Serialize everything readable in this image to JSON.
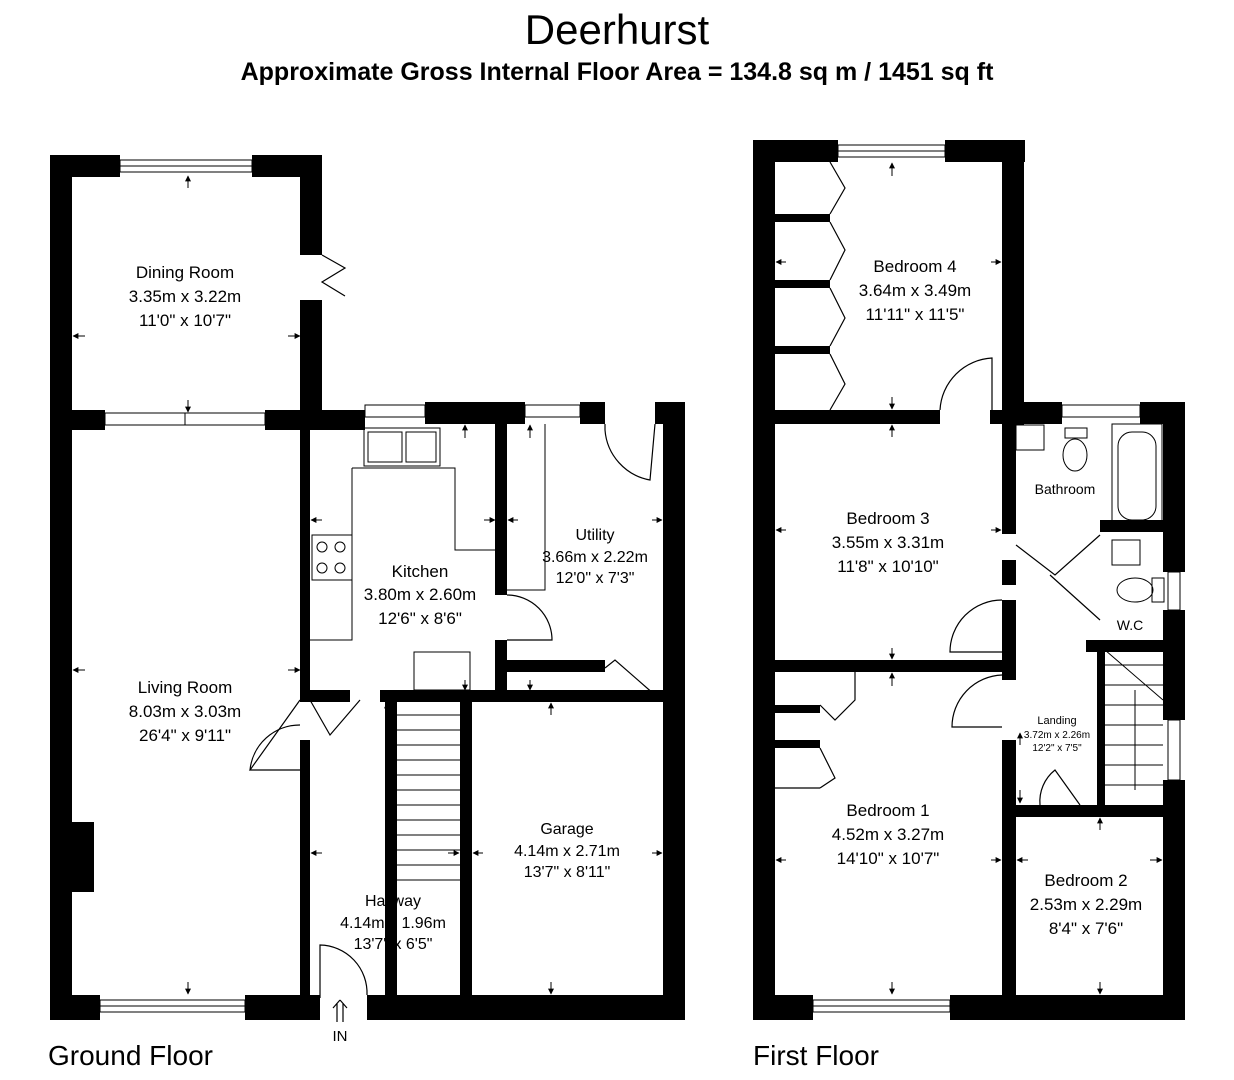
{
  "property": {
    "name": "Deerhurst",
    "area_line": "Approximate Gross Internal Floor Area  = 134.8 sq m  / 1451 sq ft"
  },
  "floors": {
    "ground": {
      "label": "Ground Floor",
      "entrance": "IN",
      "rooms": {
        "dining": {
          "name": "Dining Room",
          "metric": "3.35m x 3.22m",
          "imperial": "11'0\" x 10'7\""
        },
        "living": {
          "name": "Living Room",
          "metric": "8.03m x 3.03m",
          "imperial": "26'4\" x 9'11\""
        },
        "kitchen": {
          "name": "Kitchen",
          "metric": "3.80m x 2.60m",
          "imperial": "12'6\" x 8'6\""
        },
        "utility": {
          "name": "Utility",
          "metric": "3.66m x 2.22m",
          "imperial": "12'0\" x 7'3\""
        },
        "garage": {
          "name": "Garage",
          "metric": "4.14m x 2.71m",
          "imperial": "13'7\" x 8'11\""
        },
        "hallway": {
          "name": "Hallway",
          "metric": "4.14m x 1.96m",
          "imperial": "13'7\" x 6'5\""
        }
      }
    },
    "first": {
      "label": "First Floor",
      "rooms": {
        "bedroom4": {
          "name": "Bedroom 4",
          "metric": "3.64m x 3.49m",
          "imperial": "11'11\" x 11'5\""
        },
        "bedroom3": {
          "name": "Bedroom 3",
          "metric": "3.55m x 3.31m",
          "imperial": "11'8\" x 10'10\""
        },
        "bathroom": {
          "name": "Bathroom"
        },
        "wc": {
          "name": "W.C"
        },
        "landing": {
          "name": "Landing",
          "metric": "3.72m x 2.26m",
          "imperial": "12'2\" x 7'5\""
        },
        "bedroom1": {
          "name": "Bedroom 1",
          "metric": "4.52m x 3.27m",
          "imperial": "14'10\" x 10'7\""
        },
        "bedroom2": {
          "name": "Bedroom 2",
          "metric": "2.53m x 2.29m",
          "imperial": "8'4\" x 7'6\""
        }
      }
    }
  }
}
